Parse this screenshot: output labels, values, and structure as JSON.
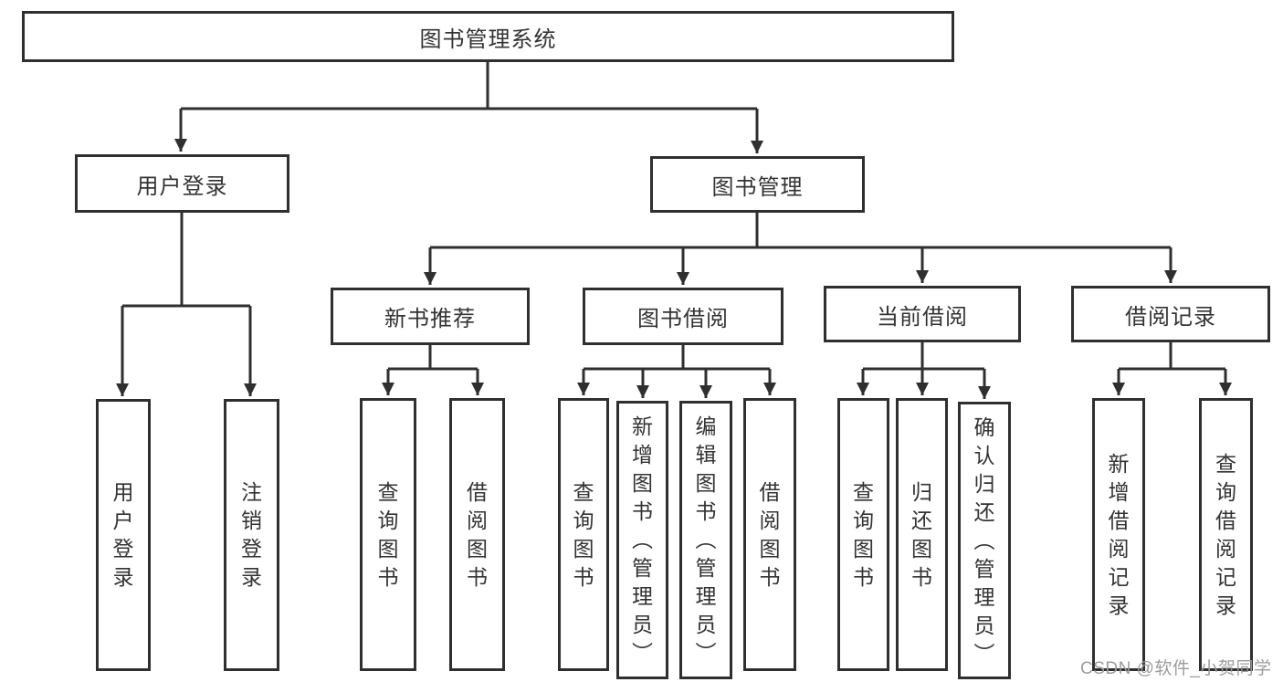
{
  "diagram_type": "hierarchy-tree",
  "tree": {
    "root": {
      "label": "图书管理系统"
    },
    "branches": [
      {
        "label": "用户登录",
        "children": [
          {
            "label": "用户登录"
          },
          {
            "label": "注销登录"
          }
        ]
      },
      {
        "label": "图书管理",
        "children": [
          {
            "label": "新书推荐",
            "children": [
              {
                "label": "查询图书"
              },
              {
                "label": "借阅图书"
              }
            ]
          },
          {
            "label": "图书借阅",
            "children": [
              {
                "label": "查询图书"
              },
              {
                "label": "新增图书（管理员）"
              },
              {
                "label": "编辑图书（管理员）"
              },
              {
                "label": "借阅图书"
              }
            ]
          },
          {
            "label": "当前借阅",
            "children": [
              {
                "label": "查询图书"
              },
              {
                "label": "归还图书"
              },
              {
                "label": "确认归还（管理员）"
              }
            ]
          },
          {
            "label": "借阅记录",
            "children": [
              {
                "label": "新增借阅记录"
              },
              {
                "label": "查询借阅记录"
              }
            ]
          }
        ]
      }
    ]
  },
  "watermark": "CSDN @软件_小贺同学",
  "colors": {
    "line": "#2f2f2f",
    "text": "#333333",
    "background": "#ffffff",
    "watermark": "#9c9c9c"
  }
}
